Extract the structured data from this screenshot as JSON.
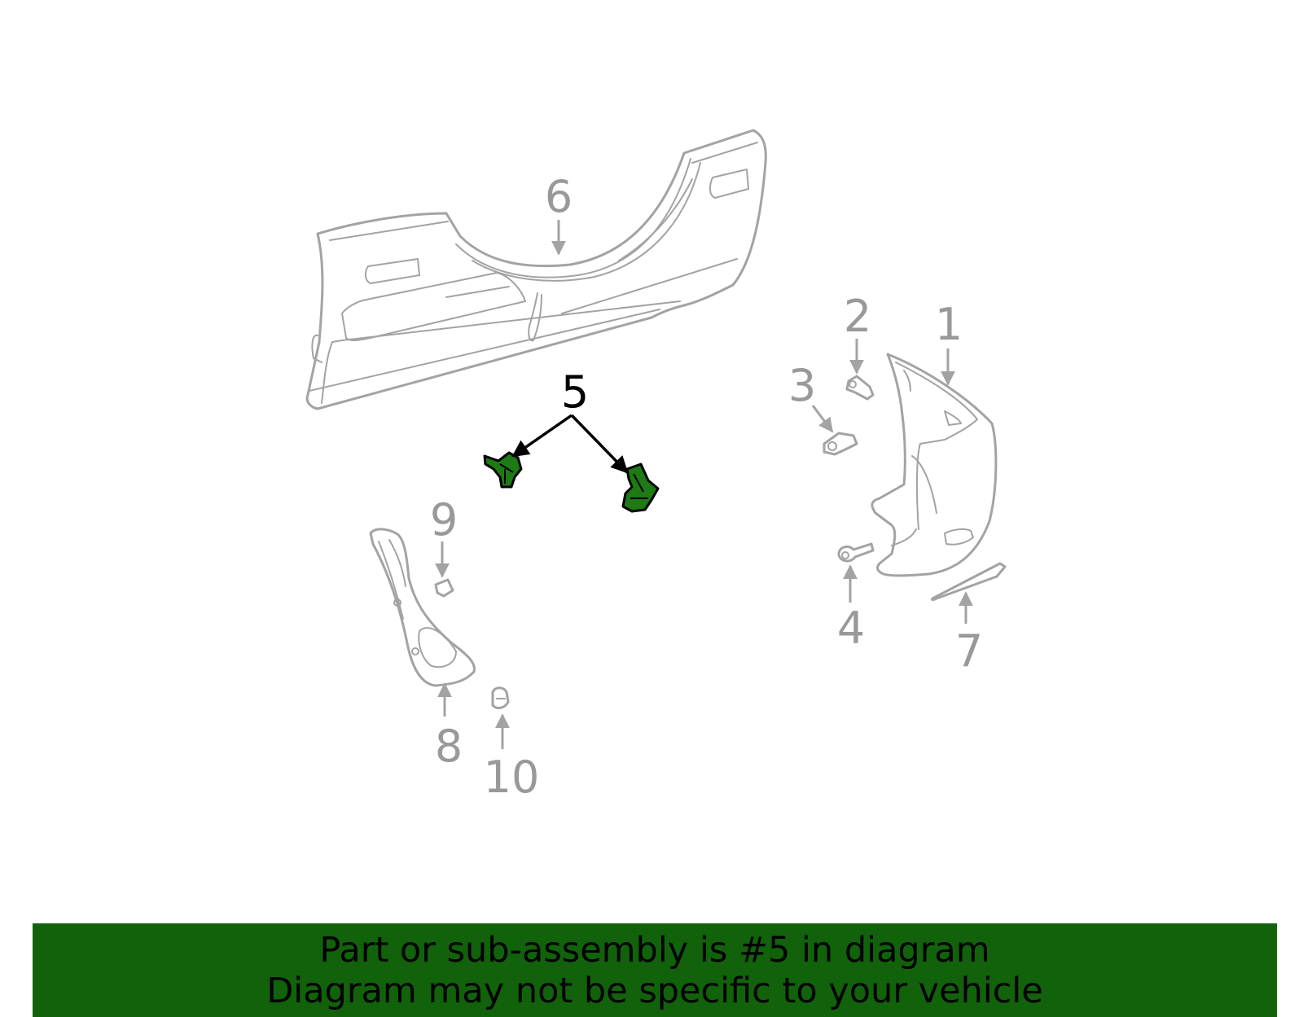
{
  "diagram": {
    "callouts": [
      "1",
      "2",
      "3",
      "4",
      "5",
      "6",
      "7",
      "8",
      "9",
      "10"
    ],
    "highlighted_callout": "5",
    "highlight_color": "#1e7a14",
    "part_outline_color": "#a3a3a3"
  },
  "banner": {
    "line1": "Part or sub-assembly is #5 in diagram",
    "line2": "Diagram may not be specific to your vehicle",
    "background_color": "#11620b"
  }
}
